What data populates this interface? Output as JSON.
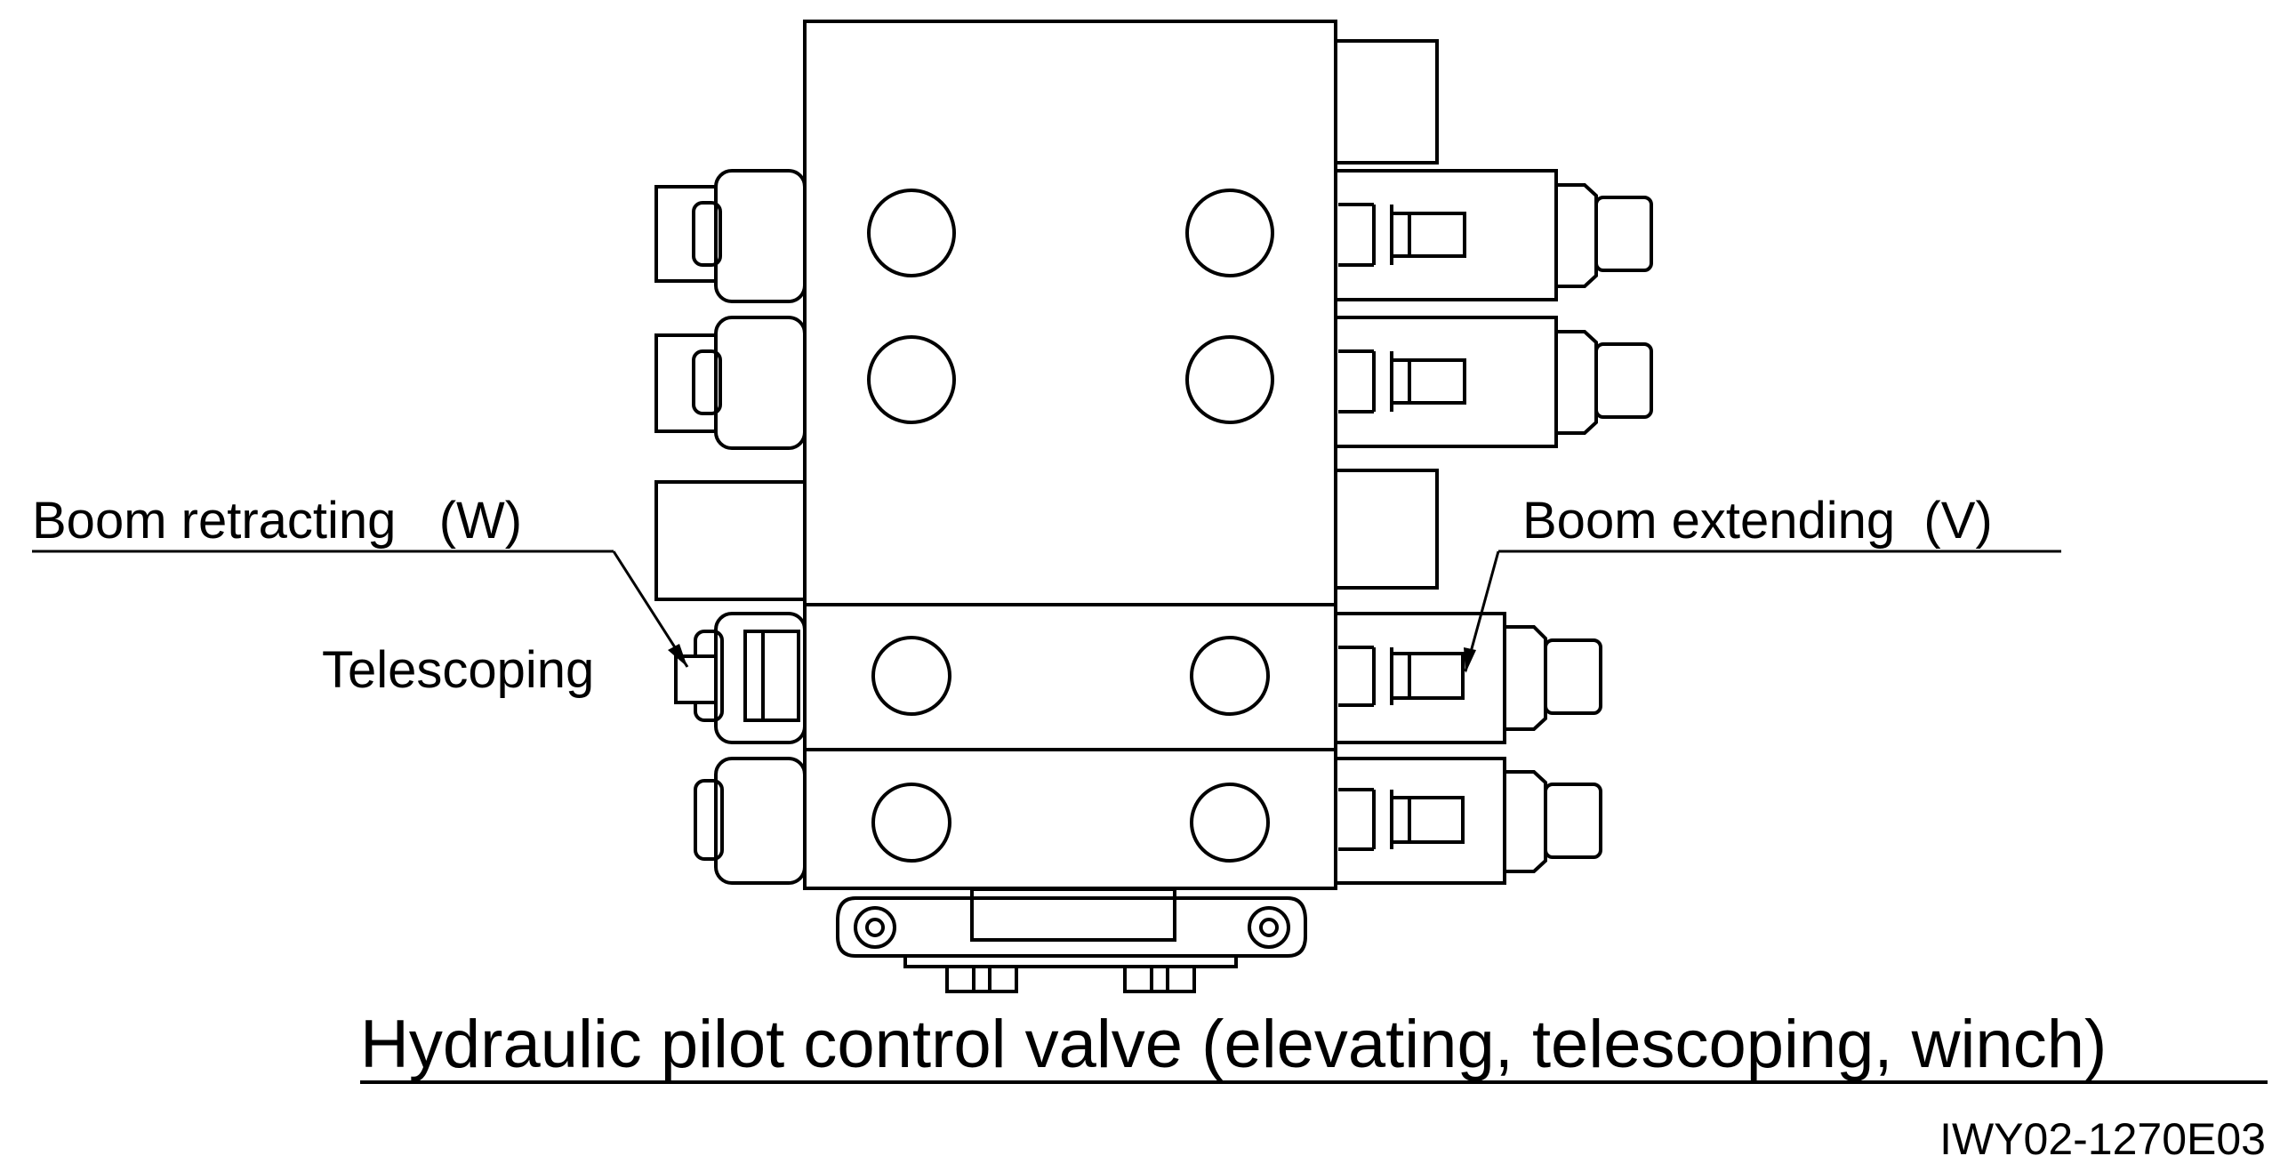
{
  "labels": {
    "boom_retracting": "Boom retracting   (W)",
    "boom_extending": "Boom extending  (V)",
    "telescoping": "Telescoping"
  },
  "caption": "Hydraulic pilot control valve (elevating, telescoping, winch)",
  "figure_code": "IWY02-1270E03"
}
